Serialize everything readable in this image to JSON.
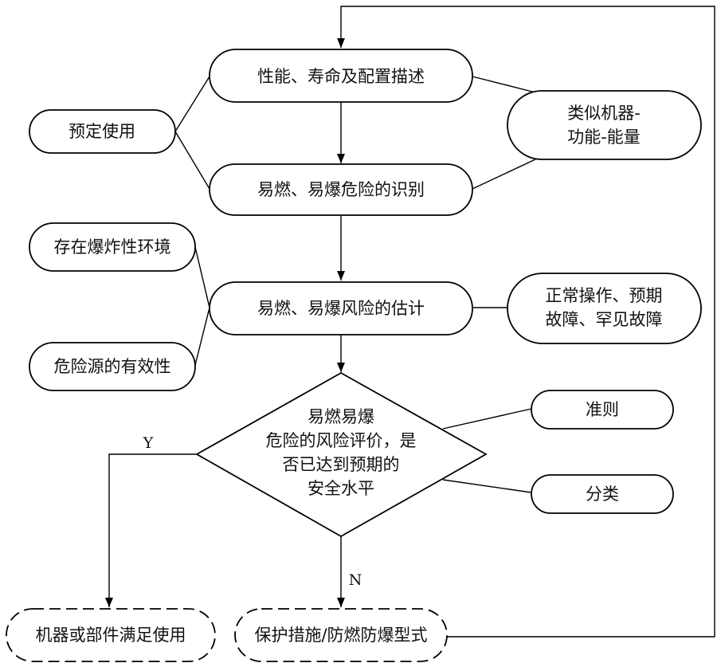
{
  "nodes": {
    "perf": "性能、寿命及配置描述",
    "ident": "易燃、易爆危险的识别",
    "estim": "易燃、易爆风险的估计",
    "intended": "预定使用",
    "similar_1": "类似机器-",
    "similar_2": "功能-能量",
    "explosive_env": "存在爆炸性环境",
    "source_eff": "危险源的有效性",
    "modes_1": "正常操作、预期",
    "modes_2": "故障、罕见故障",
    "decision_1": "易燃易爆",
    "decision_2": "危险的风险评价，是",
    "decision_3": "否已达到预期的",
    "decision_4": "安全水平",
    "criteria": "准则",
    "classify": "分类",
    "satisfy": "机器或部件满足使用",
    "protect": "保护措施/防燃防爆型式"
  },
  "edge_labels": {
    "yes": "Y",
    "no": "N"
  }
}
